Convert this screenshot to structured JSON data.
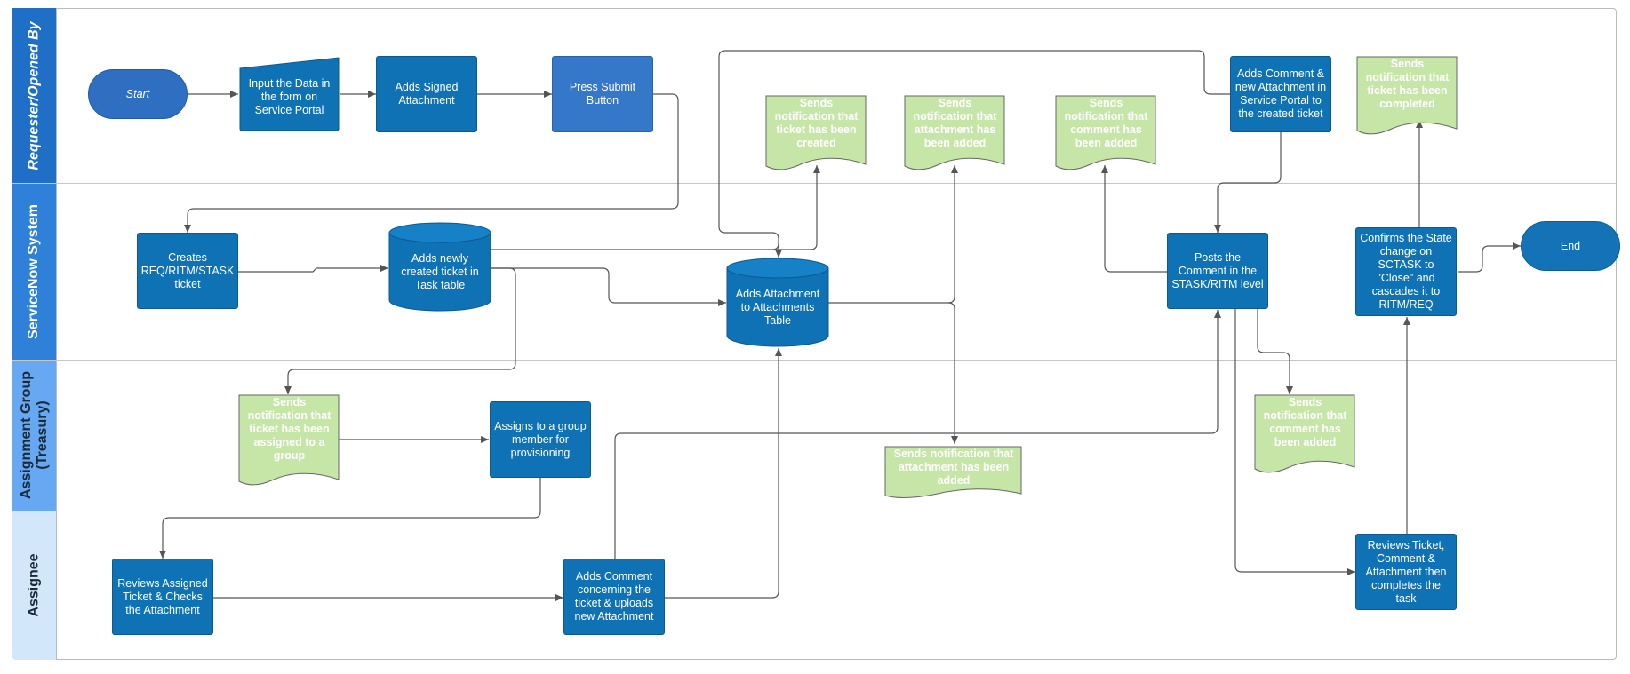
{
  "diagram": {
    "lanes": [
      {
        "label": "Requester/Opened By"
      },
      {
        "label": "ServiceNow System"
      },
      {
        "label_line1": "Assignment Group",
        "label_line2": "(Treasury)"
      },
      {
        "label": "Assignee"
      }
    ],
    "nodes": {
      "start": "Start",
      "input_data": "Input the Data in the form on Service Portal",
      "signed_attachment": "Adds Signed Attachment",
      "press_submit": "Press Submit Button",
      "notif_created": "Sends notification that ticket has been created",
      "notif_attachment_top": "Sends notification that attachment has been added",
      "notif_comment_top": "Sends notification that comment has been added",
      "adds_comment_portal": "Adds Comment & new Attachment in Service Portal to the created ticket",
      "notif_completed": "Sends notification that ticket has been completed",
      "creates_req": "Creates REQ/RITM/STASK ticket",
      "adds_task_table": "Adds newly created ticket in Task table",
      "attachments_table": "Adds Attachment to Attachments Table",
      "posts_comment": "Posts the Comment in the STASK/RITM level",
      "confirms_state": "Confirms the State change on SCTASK to \"Close\" and cascades it to RITM/REQ",
      "end": "End",
      "notif_assigned": "Sends notification that ticket has been assigned to a group",
      "assigns_member": "Assigns to a group member for provisioning",
      "notif_attachment_mid": "Sends notification that attachment has been added",
      "notif_comment_mid": "Sends notification that comment has been added",
      "reviews_assigned": "Reviews Assigned Ticket & Checks the Attachment",
      "adds_comment_uploads": "Adds Comment concerning the ticket & uploads new Attachment",
      "reviews_completes": "Reviews Ticket, Comment & Attachment then completes the task"
    },
    "colors": {
      "process": "#0f72b5",
      "document": "#c6e6a8",
      "lane_blue": "#1f6fc6",
      "lane_light": "#66a9f2",
      "lane_pale": "#d3e7fb",
      "connector": "#555555"
    }
  }
}
